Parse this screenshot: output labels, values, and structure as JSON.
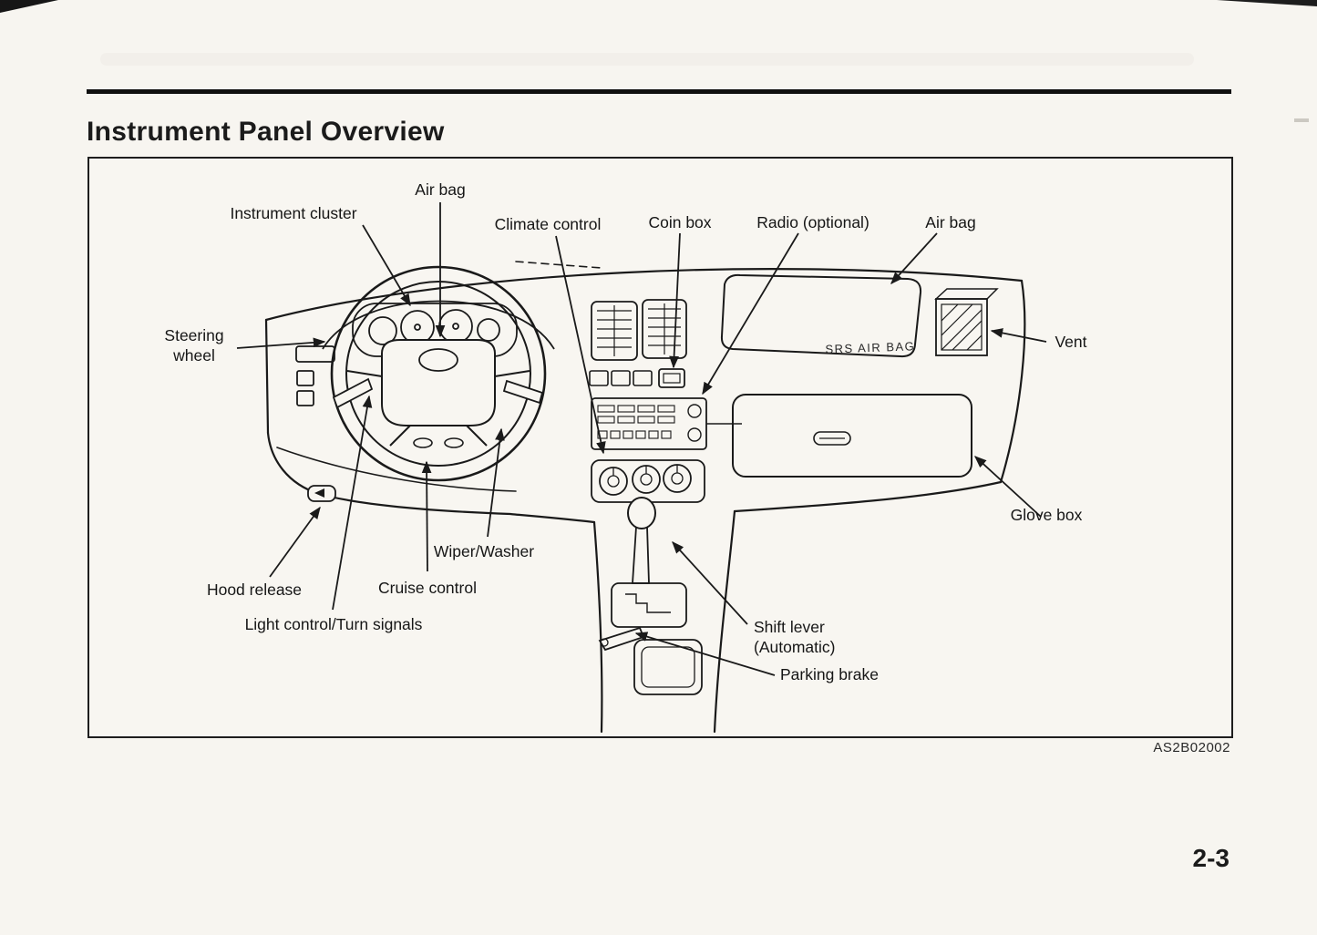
{
  "page": {
    "title": "Instrument Panel Overview",
    "figure_code": "AS2B02002",
    "page_number": "2-3"
  },
  "colors": {
    "ink": "#1b1b1b",
    "paper": "#f7f5f0"
  },
  "diagram": {
    "srs_label": "SRS AIR BAG",
    "labels": [
      {
        "id": "air-bag-driver",
        "text": "Air bag"
      },
      {
        "id": "instrument-cluster",
        "text": "Instrument cluster"
      },
      {
        "id": "climate-control",
        "text": "Climate control"
      },
      {
        "id": "coin-box",
        "text": "Coin box"
      },
      {
        "id": "radio-optional",
        "text": "Radio (optional)"
      },
      {
        "id": "air-bag-passenger",
        "text": "Air bag"
      },
      {
        "id": "vent",
        "text": "Vent"
      },
      {
        "id": "steering-wheel",
        "text": "Steering\nwheel"
      },
      {
        "id": "glove-box",
        "text": "Glove box"
      },
      {
        "id": "hood-release",
        "text": "Hood release"
      },
      {
        "id": "cruise-control",
        "text": "Cruise control"
      },
      {
        "id": "wiper-washer",
        "text": "Wiper/Washer"
      },
      {
        "id": "light-control",
        "text": "Light control/Turn signals"
      },
      {
        "id": "shift-lever",
        "text": "Shift lever\n(Automatic)"
      },
      {
        "id": "parking-brake",
        "text": "Parking brake"
      }
    ]
  }
}
